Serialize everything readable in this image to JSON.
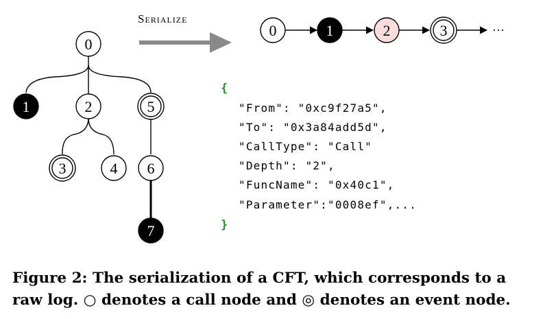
{
  "serialize_label": "Serialize",
  "tree": {
    "nodes": [
      {
        "id": "0",
        "type": "call"
      },
      {
        "id": "1",
        "type": "filled"
      },
      {
        "id": "2",
        "type": "call"
      },
      {
        "id": "5",
        "type": "event"
      },
      {
        "id": "3",
        "type": "event"
      },
      {
        "id": "4",
        "type": "call"
      },
      {
        "id": "6",
        "type": "call"
      },
      {
        "id": "7",
        "type": "filled"
      }
    ]
  },
  "sequence": {
    "nodes": [
      {
        "id": "0",
        "type": "call"
      },
      {
        "id": "1",
        "type": "filled"
      },
      {
        "id": "2",
        "type": "highlight"
      },
      {
        "id": "3",
        "type": "event"
      }
    ],
    "ellipsis": "···"
  },
  "json_block": {
    "open": "{",
    "lines": [
      "\"From\": \"0xc9f27a5\",",
      "\"To\": \"0x3a84add5d\",",
      "\"CallType\": \"Call\"",
      "\"Depth\": \"2\",",
      "\"FuncName\": \"0x40c1\",",
      "\"Parameter\":\"0008ef\",..."
    ],
    "close": "}"
  },
  "caption": {
    "line1": "Figure 2: The serialization of a CFT, which corresponds to a",
    "line2": "raw log. ○ denotes a call node and ◎ denotes an event node."
  },
  "colors": {
    "filled_node": "#000000",
    "highlight_node": "#f9dcdc",
    "brace": "#2e8b2e",
    "arrow_gray": "#8a8a8a"
  }
}
